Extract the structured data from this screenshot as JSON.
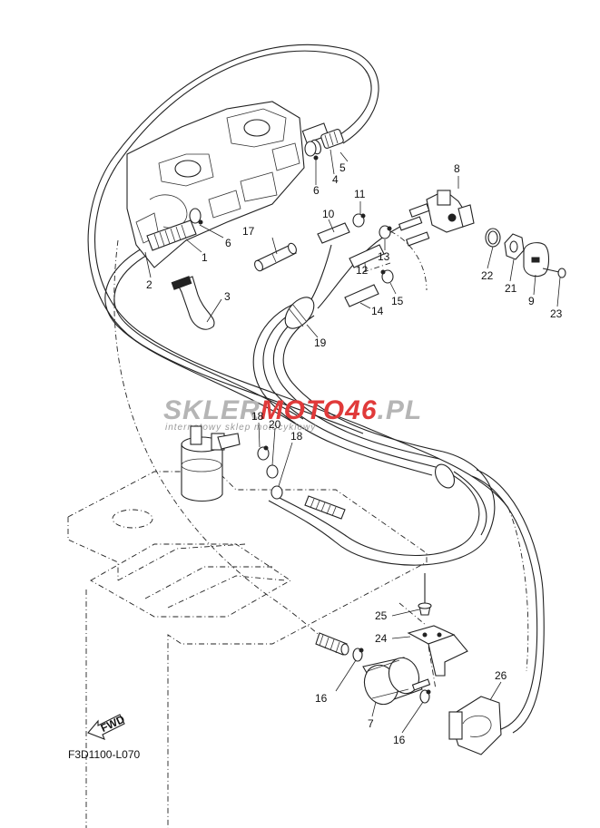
{
  "diagram": {
    "code": "F3D1100-L070",
    "fwd_label": "FWD",
    "callouts": {
      "c1": "1",
      "c2": "2",
      "c3": "3",
      "c4": "4",
      "c5": "5",
      "c6a": "6",
      "c6b": "6",
      "c7": "7",
      "c8": "8",
      "c9": "9",
      "c10": "10",
      "c11": "11",
      "c12": "12",
      "c13": "13",
      "c14": "14",
      "c15": "15",
      "c16a": "16",
      "c16b": "16",
      "c17": "17",
      "c18a": "18",
      "c18b": "18",
      "c19": "19",
      "c20": "20",
      "c21": "21",
      "c22": "22",
      "c23": "23",
      "c24": "24",
      "c25": "25",
      "c26": "26"
    }
  },
  "watermark": {
    "brand_part1": "SKLER",
    "brand_part2": "MOTO",
    "brand_part3": "46",
    "brand_part4": ".PL",
    "tagline": "internetowy sklep motocyklowy",
    "color_grey": "#b5b5b5",
    "color_red": "#e03a3a"
  }
}
